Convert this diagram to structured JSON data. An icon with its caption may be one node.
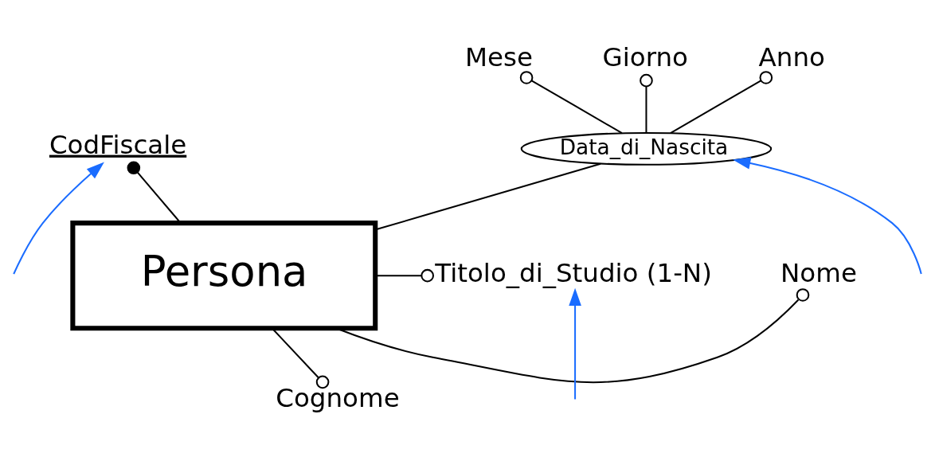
{
  "diagram": {
    "nodes": [
      {
        "text": [
          "Mese"
        ]
      },
      {
        "text": [
          "Giorno"
        ]
      },
      {
        "text": [
          "Anno"
        ]
      },
      {
        "text": [
          "CodFiscale"
        ]
      },
      {
        "text": [
          "Data_di_Nascita"
        ]
      },
      {
        "text": [
          "Persona"
        ]
      },
      {
        "text": [
          "Titolo_di_Studio (1-N)"
        ]
      },
      {
        "text": [
          "Nome"
        ]
      },
      {
        "text": [
          "Cognome"
        ]
      }
    ],
    "edges": [
      {
        "from": 5,
        "to": 3,
        "arrow": "other"
      },
      {
        "from": 5,
        "to": 7,
        "arrow": "other"
      },
      {
        "from": 5,
        "to": 8,
        "arrow": "other"
      },
      {
        "from": 5,
        "to": 4,
        "arrow": "none"
      },
      {
        "from": 5,
        "to": 6,
        "arrow": "other"
      },
      {
        "from": 4,
        "to": 1,
        "arrow": "other"
      },
      {
        "from": 4,
        "to": 0,
        "arrow": "other"
      },
      {
        "from": 4,
        "to": 2,
        "arrow": "other"
      },
      {
        "from": null,
        "to": 3,
        "arrow": "to",
        "color": "#1a6cff"
      },
      {
        "from": null,
        "to": 4,
        "arrow": "to",
        "color": "#1a6cff"
      },
      {
        "from": null,
        "to": 6,
        "arrow": "to",
        "color": "#1a6cff"
      }
    ]
  }
}
